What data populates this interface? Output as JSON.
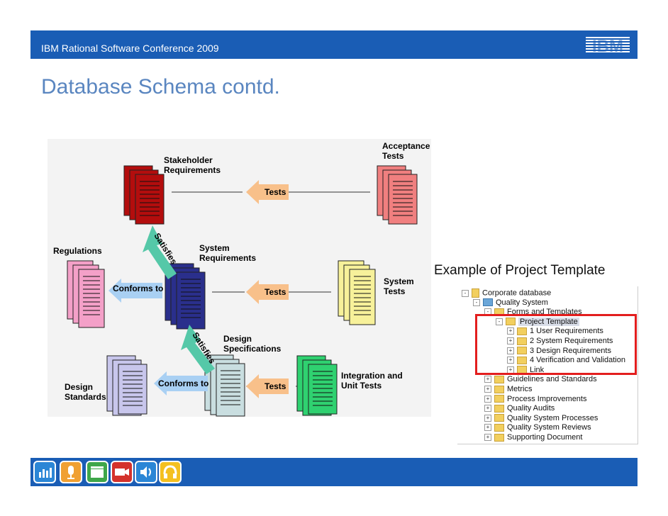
{
  "header": {
    "conference": "IBM Rational Software Conference 2009",
    "logo_text": "IBM"
  },
  "slide": {
    "title": "Database Schema contd.",
    "example_caption": "Example of Project Template"
  },
  "diagram": {
    "nodes": {
      "stakeholder": "Stakeholder\nRequirements",
      "acceptance": "Acceptance\nTests",
      "regulations": "Regulations",
      "system_req": "System\nRequirements",
      "system_tests": "System\nTests",
      "design_spec": "Design\nSpecifications",
      "integration": "Integration and\nUnit Tests",
      "design_std": "Design\nStandards"
    },
    "arrows": {
      "tests_1": "Tests",
      "tests_2": "Tests",
      "tests_3": "Tests",
      "conforms_1": "Conforms to",
      "conforms_2": "Conforms to",
      "satisfies_1": "Satisfies",
      "satisfies_2": "Satisfies"
    }
  },
  "tree": {
    "items": [
      {
        "label": "Corporate database",
        "toggle": "-"
      },
      {
        "label": "Quality System",
        "toggle": "-"
      },
      {
        "label": "Forms and Templates",
        "toggle": "-"
      },
      {
        "label": "Project Template",
        "toggle": "-"
      },
      {
        "label": "1 User Requirements",
        "toggle": "+"
      },
      {
        "label": "2  System Requirements",
        "toggle": "+"
      },
      {
        "label": "3 Design Requirements",
        "toggle": "+"
      },
      {
        "label": "4 Verification and Validation",
        "toggle": "+"
      },
      {
        "label": "Link",
        "toggle": "+"
      },
      {
        "label": "Guidelines and Standards",
        "toggle": "+"
      },
      {
        "label": "Metrics",
        "toggle": "+"
      },
      {
        "label": "Process Improvements",
        "toggle": "+"
      },
      {
        "label": "Quality Audits",
        "toggle": "+"
      },
      {
        "label": "Quality System Processes",
        "toggle": "+"
      },
      {
        "label": "Quality System Reviews",
        "toggle": "+"
      },
      {
        "label": "Supporting Document",
        "toggle": "+"
      }
    ]
  },
  "colors": {
    "bar": "#1a5db5",
    "title": "#5a86c0",
    "stakeholder": "#b30d0d",
    "acceptance": "#f07f7f",
    "regulations": "#f4a0c8",
    "system_req": "#2a2f8c",
    "system_tests": "#f7f19a",
    "design_spec": "#c9dee0",
    "integration": "#2fd170",
    "design_std": "#c8c6ec",
    "arrow_orange": "#f8c08a",
    "arrow_blue": "#a9d0f3",
    "arrow_green": "#55c8a8",
    "highlight": "#e31e1e"
  },
  "toolbar_icons": [
    "chart-icon",
    "microphone-icon",
    "clapperboard-icon",
    "video-camera-icon",
    "speaker-icon",
    "headphones-icon"
  ]
}
